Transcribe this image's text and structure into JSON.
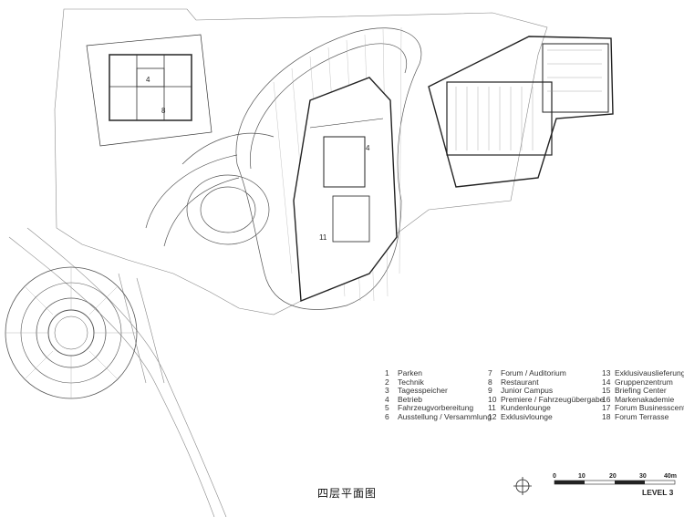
{
  "legend": {
    "col1": [
      {
        "num": "1",
        "label": "Parken"
      },
      {
        "num": "2",
        "label": "Technik"
      },
      {
        "num": "3",
        "label": "Tagesspeicher"
      },
      {
        "num": "4",
        "label": "Betrieb"
      },
      {
        "num": "5",
        "label": "Fahrzeugvorbereitung"
      },
      {
        "num": "6",
        "label": "Ausstellung / Versammlung"
      }
    ],
    "col2": [
      {
        "num": "7",
        "label": "Forum / Auditorium"
      },
      {
        "num": "8",
        "label": "Restaurant"
      },
      {
        "num": "9",
        "label": "Junior Campus"
      },
      {
        "num": "10",
        "label": "Premiere / Fahrzeugübergabe"
      },
      {
        "num": "11",
        "label": "Kundenlounge"
      },
      {
        "num": "12",
        "label": "Exklusivlounge"
      }
    ],
    "col3": [
      {
        "num": "13",
        "label": "Exklusivauslieferung"
      },
      {
        "num": "14",
        "label": "Gruppenzentrum"
      },
      {
        "num": "15",
        "label": "Briefing Center"
      },
      {
        "num": "16",
        "label": "Markenakademie"
      },
      {
        "num": "17",
        "label": "Forum Businesscenter"
      },
      {
        "num": "18",
        "label": "Forum Terrasse"
      }
    ]
  },
  "title": "四层平面图",
  "level": "LEVEL 3",
  "scale": {
    "ticks": [
      "0",
      "10",
      "20",
      "30",
      "40m"
    ]
  },
  "rooms": {
    "left_building_4": "4",
    "left_building_8": "8",
    "center_4": "4",
    "center_11": "11"
  },
  "icons": {
    "north": "north-arrow-icon"
  }
}
